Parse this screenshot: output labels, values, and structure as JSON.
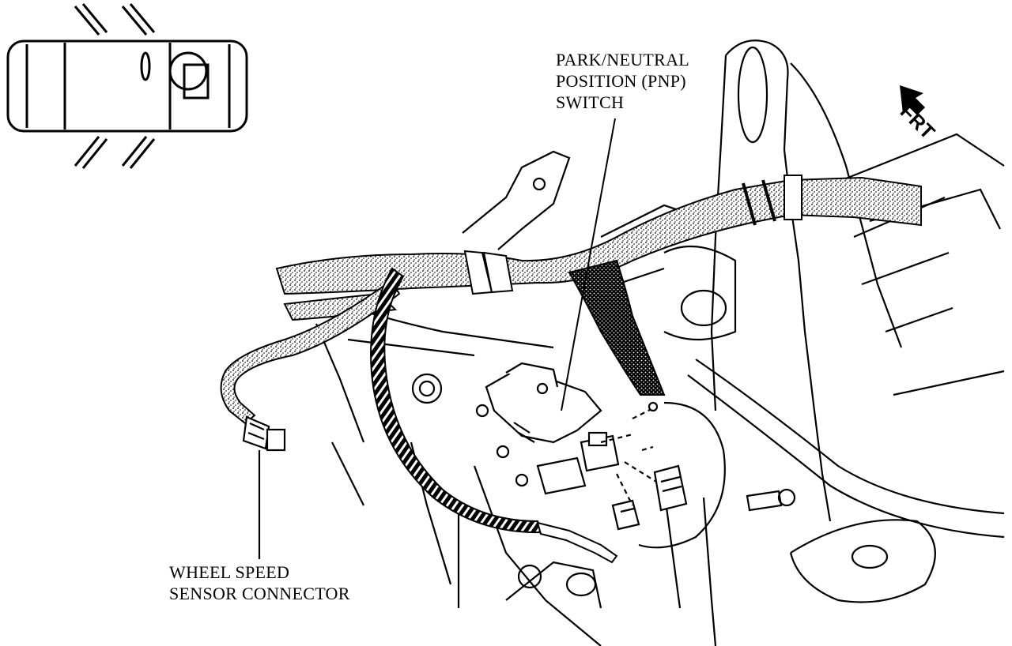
{
  "labels": {
    "pnp_switch": [
      "PARK/NEUTRAL",
      "POSITION (PNP)",
      "SWITCH"
    ],
    "wheel_speed_sensor": [
      "WHEEL SPEED",
      "SENSOR CONNECTOR"
    ],
    "front_direction": "FRT"
  },
  "colors": {
    "ink": "#000000",
    "paper": "#ffffff"
  },
  "icons": {
    "front_direction": "arrow-front-icon",
    "vehicle_locator": "vehicle-top-view-icon"
  }
}
